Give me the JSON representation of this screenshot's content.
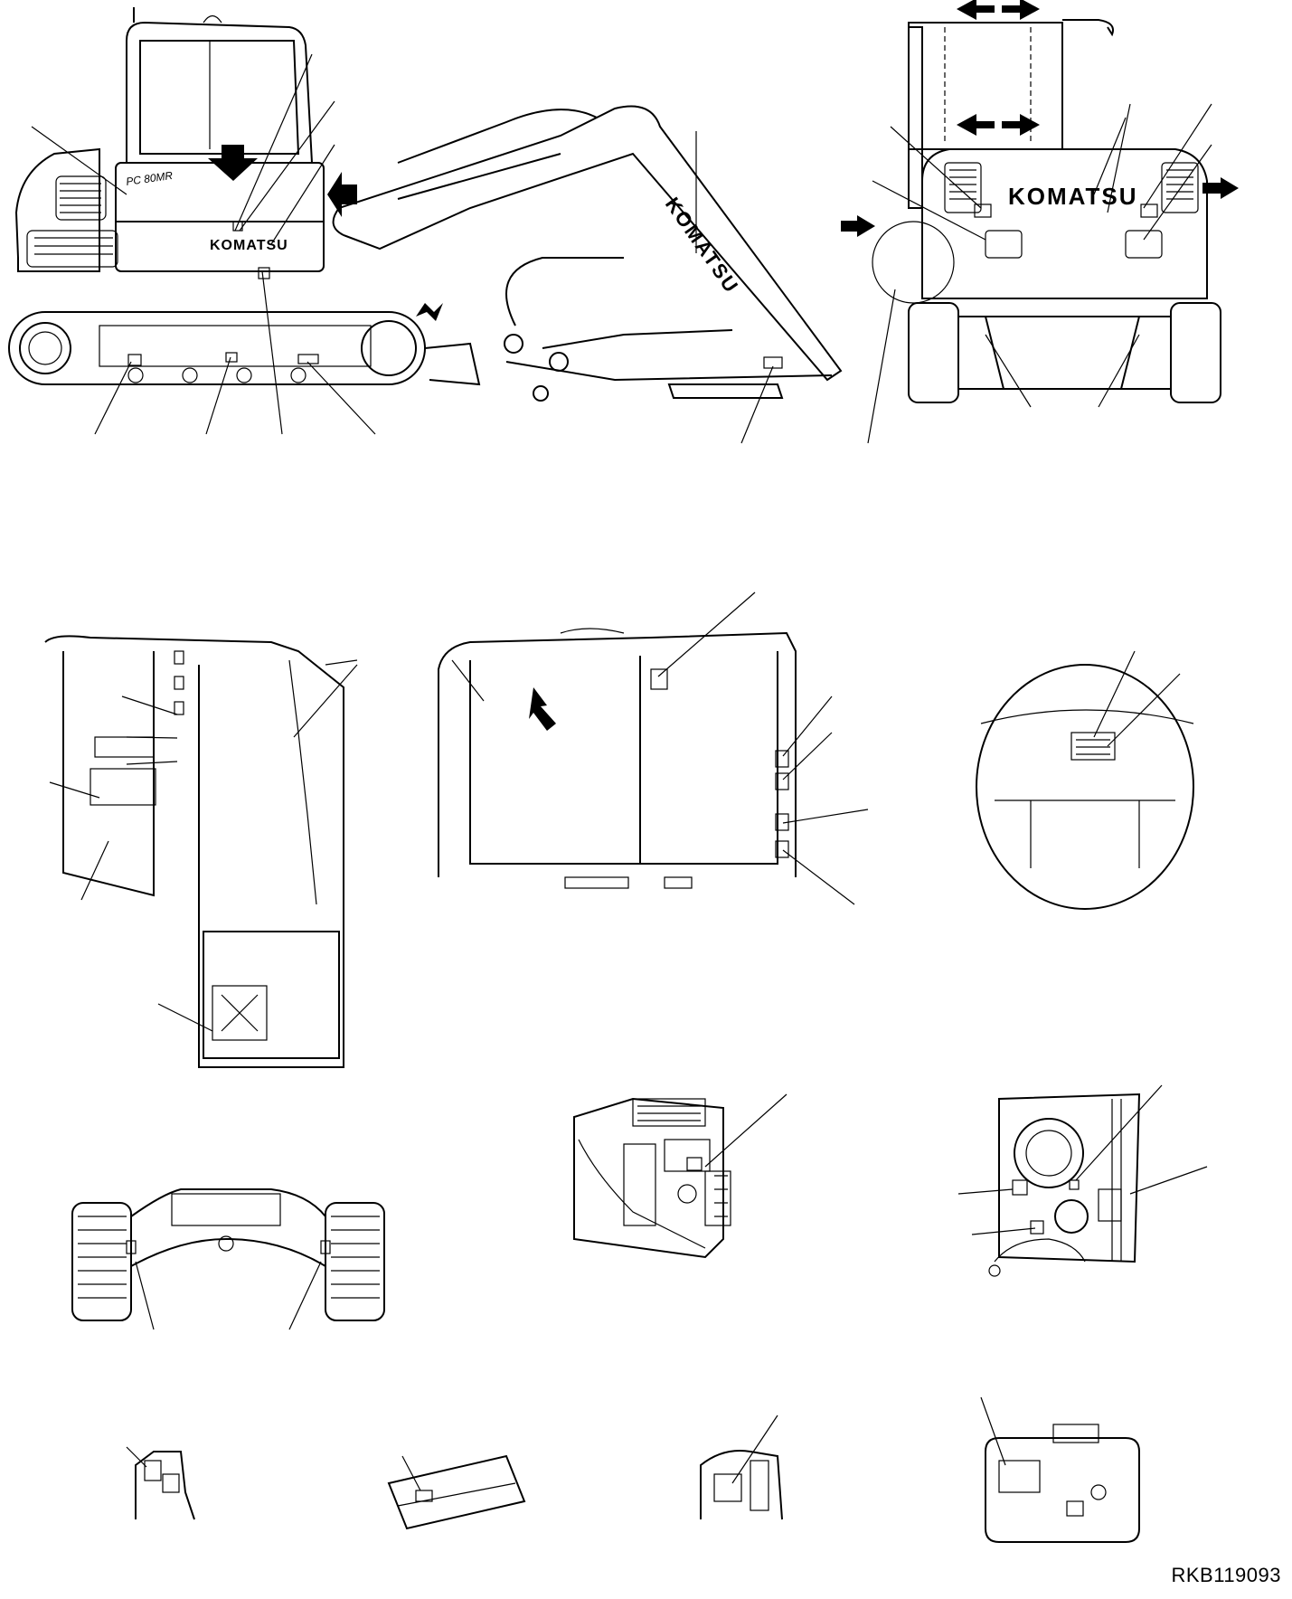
{
  "diagram": {
    "drawing_code": "RKB119093",
    "brand_lettering": "KOMATSU",
    "model_lettering": "PC 80MR"
  }
}
